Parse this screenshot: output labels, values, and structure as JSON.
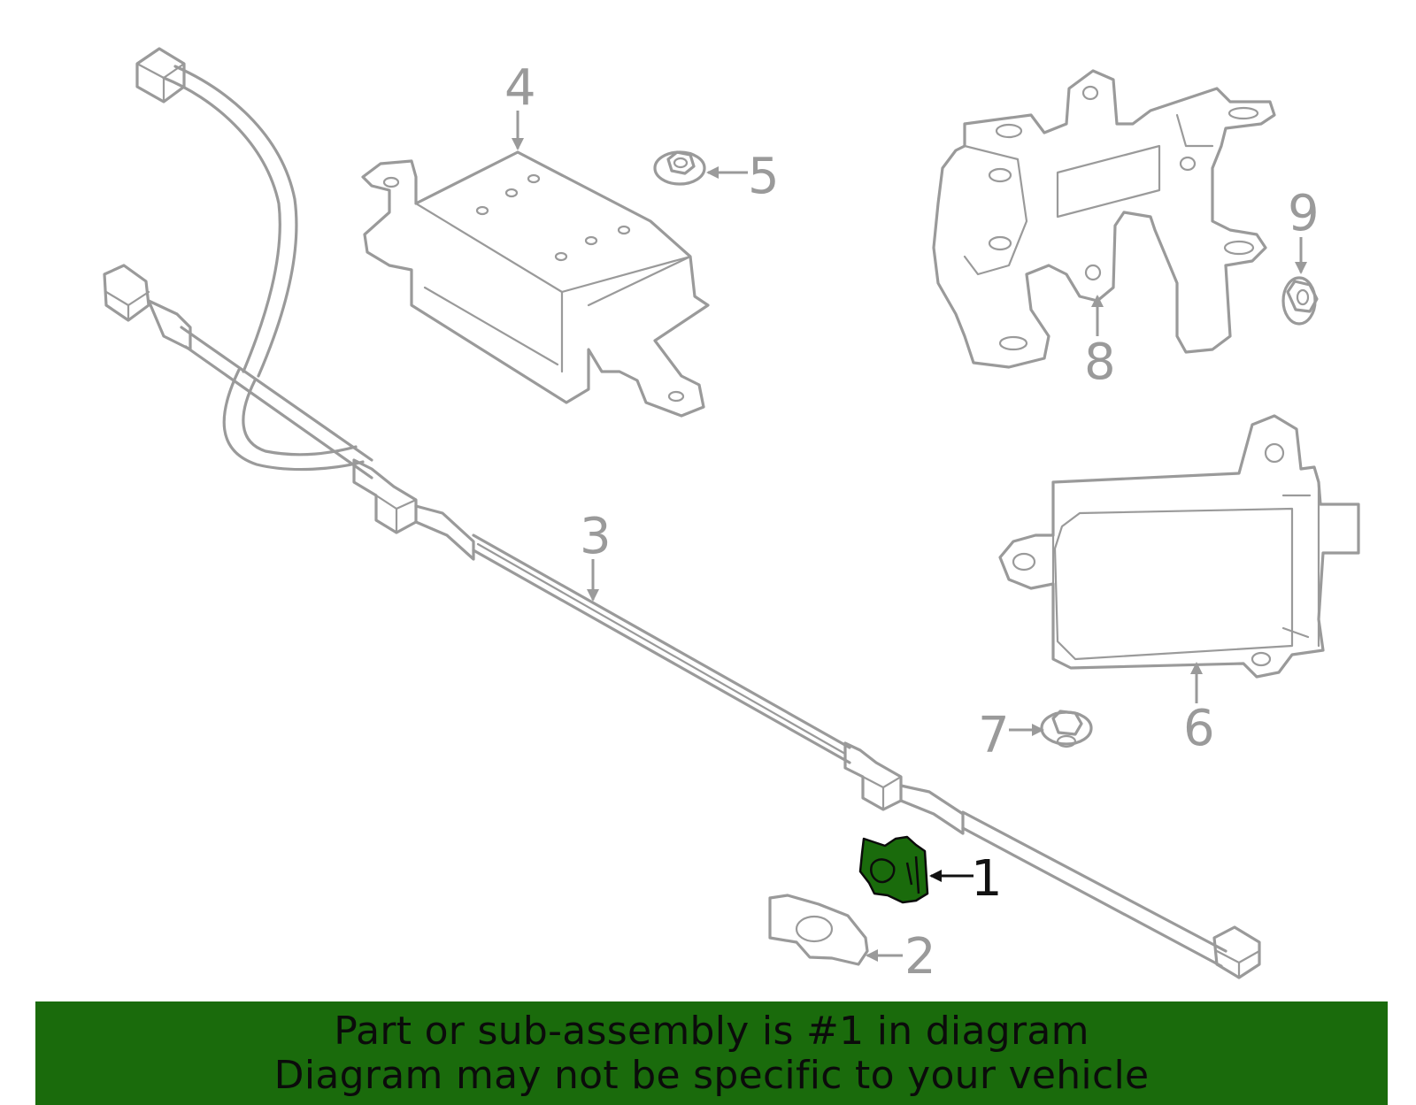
{
  "callouts": {
    "c1": "1",
    "c2": "2",
    "c3": "3",
    "c4": "4",
    "c5": "5",
    "c6": "6",
    "c7": "7",
    "c8": "8",
    "c9": "9"
  },
  "banner": {
    "line1": "Part or sub-assembly is #1 in diagram",
    "line2": "Diagram may not be specific to your vehicle"
  },
  "colors": {
    "highlight": "#1a6b0c",
    "banner_bg": "#1a6b0c",
    "outline": "#9a9a9a"
  }
}
